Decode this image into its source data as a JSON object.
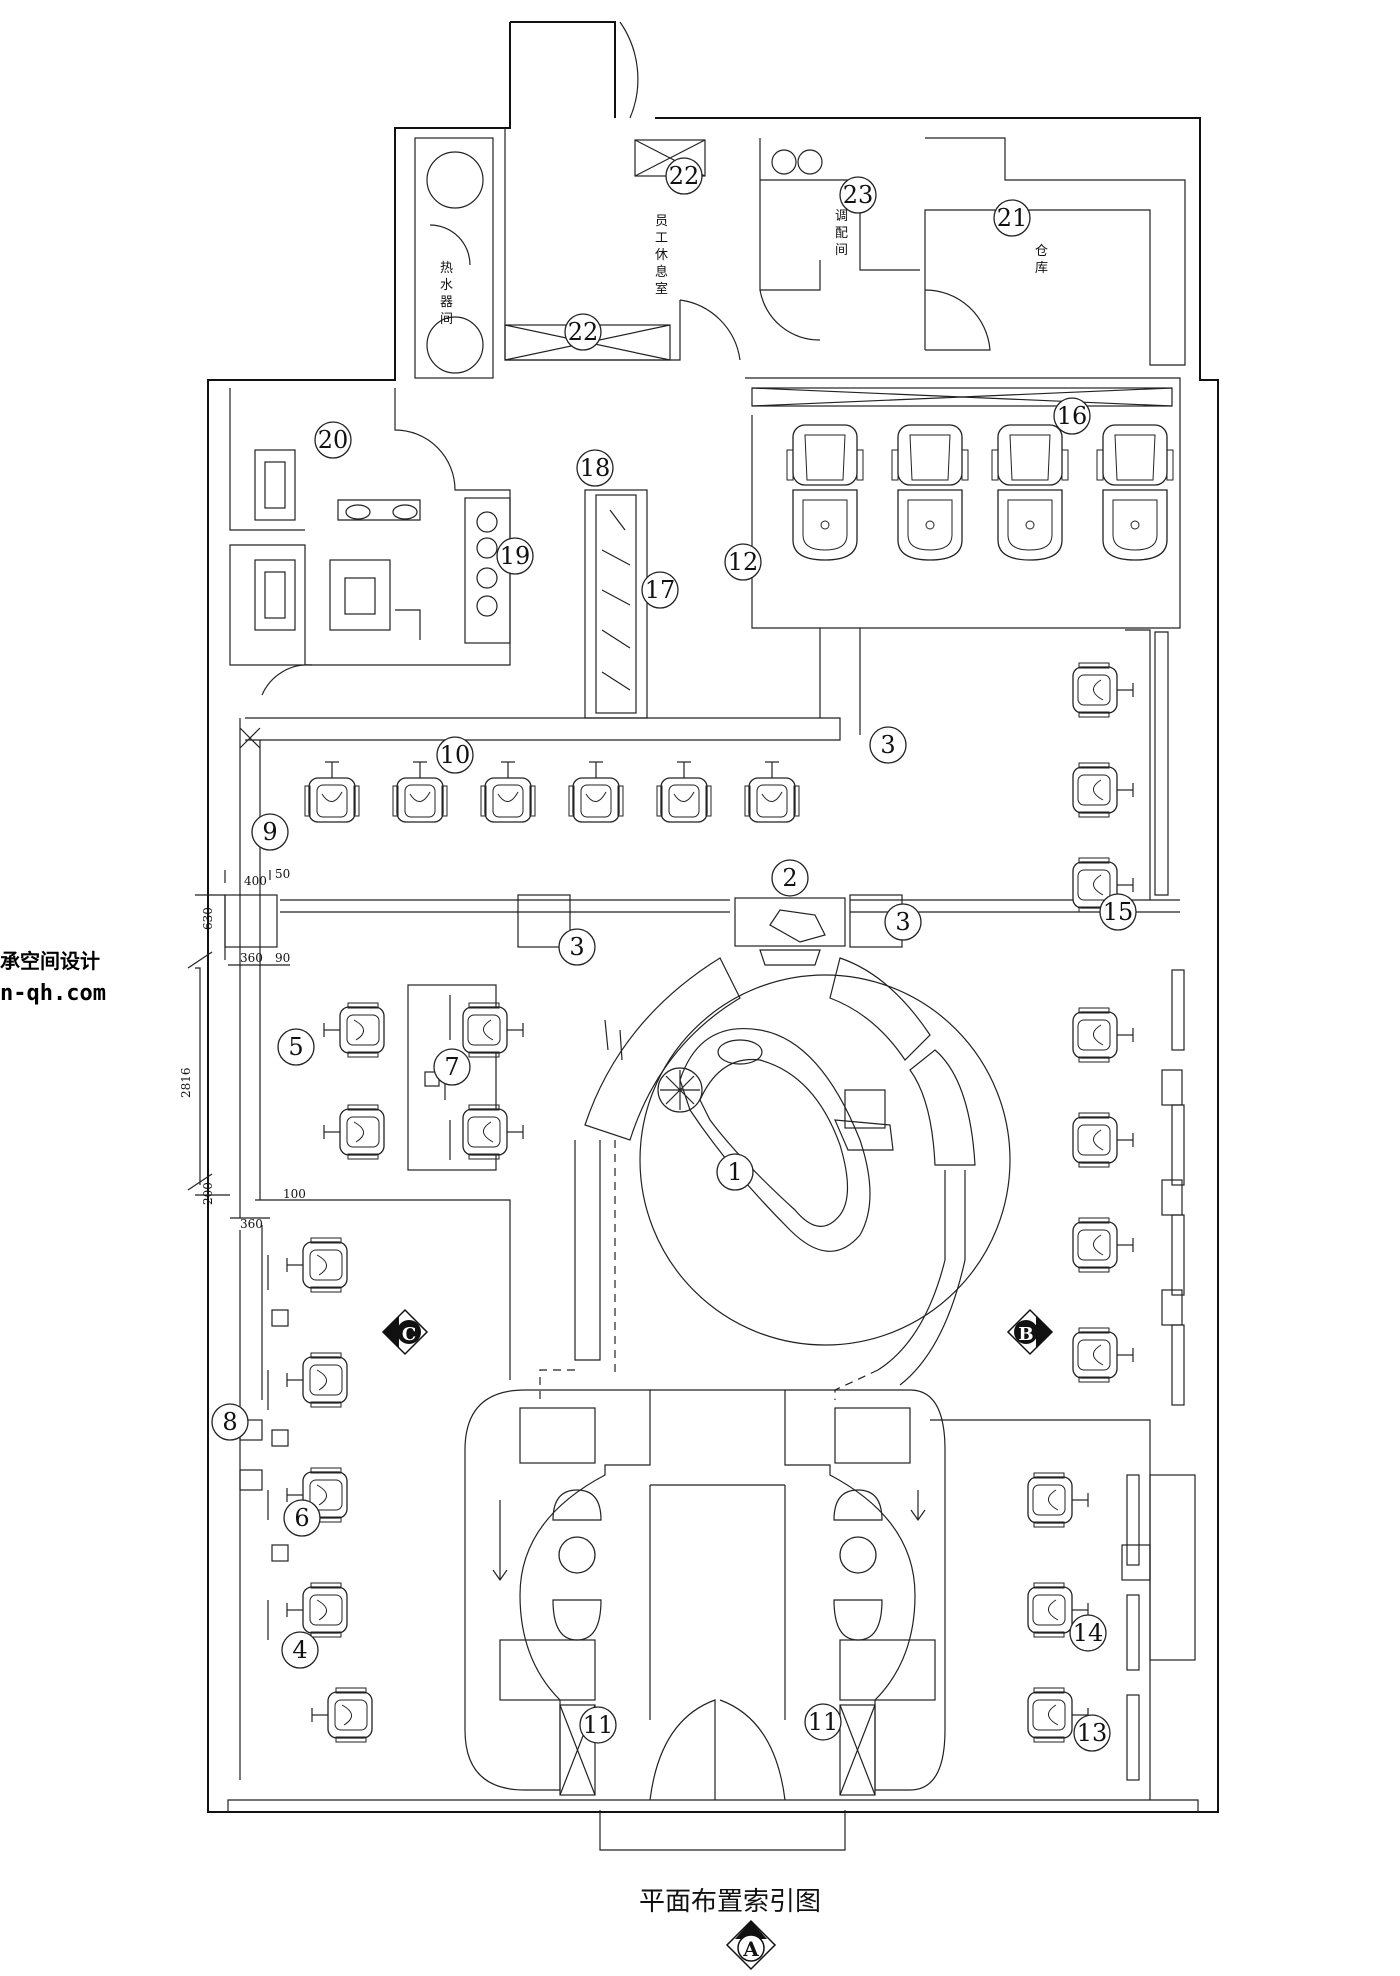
{
  "title": "平面布置索引图",
  "watermark": {
    "line1": "承空间设计",
    "line2": "n-qh.com"
  },
  "rooms": {
    "water_heater": "热水器间",
    "staff_lounge": "员工休息室",
    "mixing_room": "调配间",
    "storage": "仓库"
  },
  "index_markers": [
    {
      "id": "m1",
      "label": "1"
    },
    {
      "id": "m2",
      "label": "2"
    },
    {
      "id": "m3a",
      "label": "3"
    },
    {
      "id": "m3b",
      "label": "3"
    },
    {
      "id": "m3c",
      "label": "3"
    },
    {
      "id": "m4",
      "label": "4"
    },
    {
      "id": "m5",
      "label": "5"
    },
    {
      "id": "m6",
      "label": "6"
    },
    {
      "id": "m7",
      "label": "7"
    },
    {
      "id": "m8",
      "label": "8"
    },
    {
      "id": "m9",
      "label": "9"
    },
    {
      "id": "m10",
      "label": "10"
    },
    {
      "id": "m11a",
      "label": "11"
    },
    {
      "id": "m11b",
      "label": "11"
    },
    {
      "id": "m12",
      "label": "12"
    },
    {
      "id": "m13",
      "label": "13"
    },
    {
      "id": "m14",
      "label": "14"
    },
    {
      "id": "m15",
      "label": "15"
    },
    {
      "id": "m16",
      "label": "16"
    },
    {
      "id": "m17",
      "label": "17"
    },
    {
      "id": "m18",
      "label": "18"
    },
    {
      "id": "m19",
      "label": "19"
    },
    {
      "id": "m20",
      "label": "20"
    },
    {
      "id": "m21",
      "label": "21"
    },
    {
      "id": "m22a",
      "label": "22"
    },
    {
      "id": "m22b",
      "label": "22"
    },
    {
      "id": "m23",
      "label": "23"
    }
  ],
  "elevation_markers": {
    "a": "A",
    "b": "B",
    "c": "C"
  },
  "dimensions": {
    "d400": "400",
    "d50": "50",
    "d630": "630",
    "d360a": "360",
    "d90": "90",
    "d2816": "2816",
    "d200": "200",
    "d360b": "360",
    "d100": "100"
  }
}
